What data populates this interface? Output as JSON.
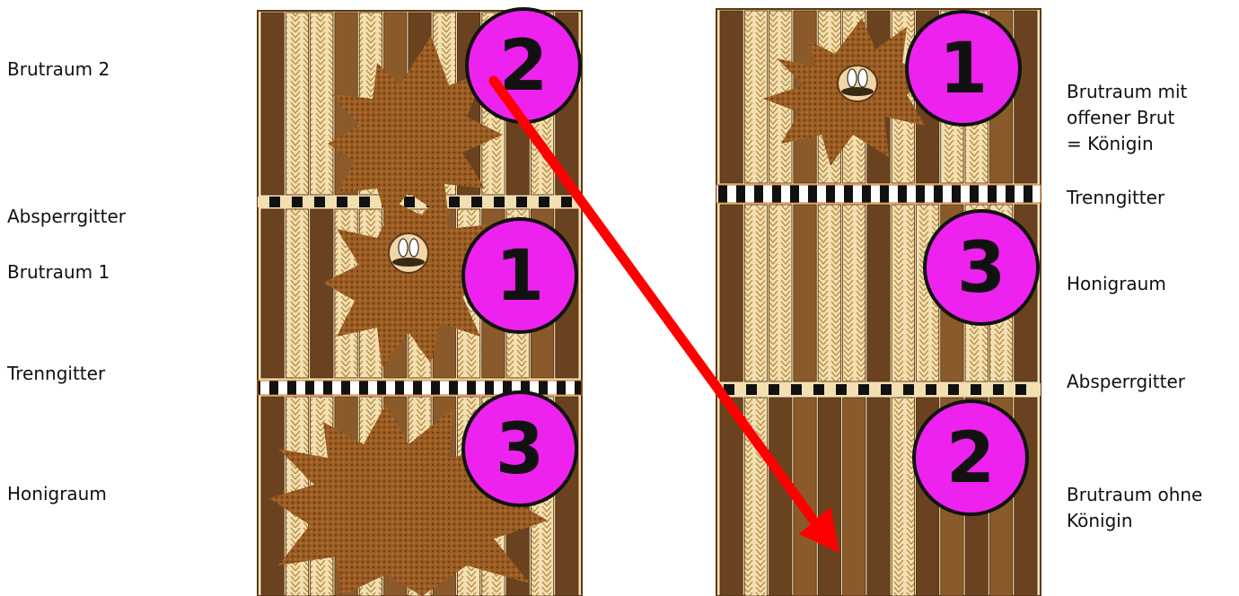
{
  "colors": {
    "frame": "#8b5a2b",
    "frame_dark": "#5e3a17",
    "wax": "#d9b77a",
    "wax_light": "#f2dfb2",
    "bee_brown": "#9a5c22",
    "badge": "#ee22ee",
    "arrow": "#ff0000",
    "grid_dark": "#111111",
    "grid_light": "#ffffff"
  },
  "left_labels": {
    "brood2": "Brutraum 2",
    "excluder": "Absperrgitter",
    "brood1": "Brutraum 1",
    "separator": "Trenngitter",
    "honey": "Honigraum"
  },
  "right_labels": {
    "brood_open": "Brutraum mit\noffener Brut\n= Königin",
    "separator": "Trenngitter",
    "honey": "Honigraum",
    "excluder": "Absperrgitter",
    "brood_no_queen": "Brutraum ohne\nKönigin"
  },
  "left_badges": {
    "top": "2",
    "middle": "1",
    "bottom": "3"
  },
  "right_badges": {
    "top": "1",
    "middle": "3",
    "bottom": "2"
  },
  "icons": [
    "queen-bee-icon",
    "move-arrow-icon"
  ]
}
